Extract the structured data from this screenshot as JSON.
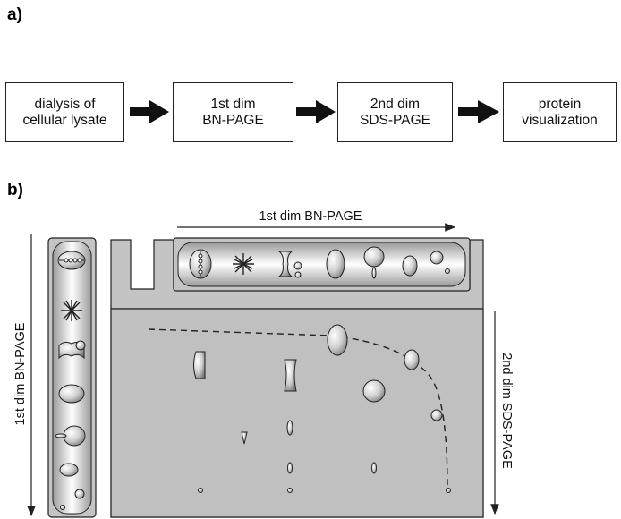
{
  "panel_a": {
    "label": "a)",
    "steps": [
      {
        "label": "dialysis of\ncellular lysate"
      },
      {
        "label": "1st dim\nBN-PAGE"
      },
      {
        "label": "2nd dim\nSDS-PAGE"
      },
      {
        "label": "protein\nvisualization"
      }
    ]
  },
  "panel_b": {
    "label": "b)",
    "top_axis_label": "1st dim BN-PAGE",
    "left_axis_label": "1st dim BN-PAGE",
    "right_axis_label": "2nd dim SDS-PAGE"
  },
  "colors": {
    "gel_fill": "#c4c4c4",
    "gel_dark": "#8a8a8a",
    "line": "#222222"
  }
}
